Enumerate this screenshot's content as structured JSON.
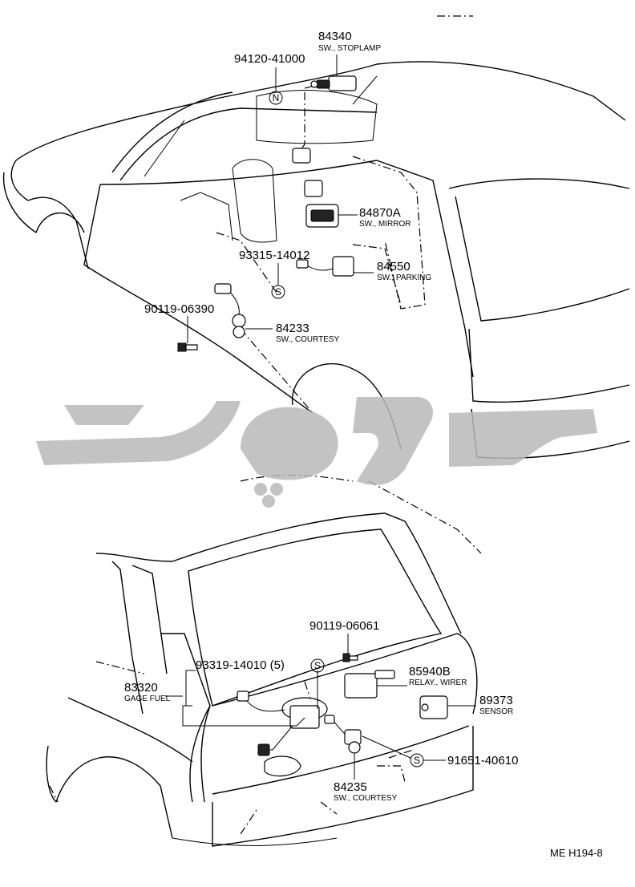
{
  "watermark": {
    "color": "#b8b8b8"
  },
  "top_view": {
    "labels": [
      {
        "id": "stoplamp",
        "part": "84340",
        "desc": "SW., STOPLAMP"
      },
      {
        "id": "bolt1",
        "part": "94120-41000"
      },
      {
        "id": "mirror",
        "part": "84870A",
        "desc": "SW., MIRROR"
      },
      {
        "id": "screw1",
        "part": "93315-14012"
      },
      {
        "id": "parking",
        "part": "84550",
        "desc": "SW., PARKING"
      },
      {
        "id": "bolt2",
        "part": "90119-06390"
      },
      {
        "id": "courtesy1",
        "part": "84233",
        "desc": "SW., COURTESY"
      }
    ],
    "symbols": {
      "n": "N",
      "s": "S"
    }
  },
  "bottom_view": {
    "labels": [
      {
        "id": "bolt3",
        "part": "90119-06061"
      },
      {
        "id": "screw2",
        "part": "93319-14010 (5)"
      },
      {
        "id": "relay",
        "part": "85940B",
        "desc": "RELAY., WIRER"
      },
      {
        "id": "sensor",
        "part": "89373",
        "desc": "SENSOR"
      },
      {
        "id": "gage",
        "part": "83320",
        "desc": "GAGE FUEL"
      },
      {
        "id": "screw3",
        "part": "91651-40610"
      },
      {
        "id": "courtesy2",
        "part": "84235",
        "desc": "SW., COURTESY"
      }
    ],
    "symbols": {
      "s": "S"
    }
  },
  "reference": "ME H194-8"
}
